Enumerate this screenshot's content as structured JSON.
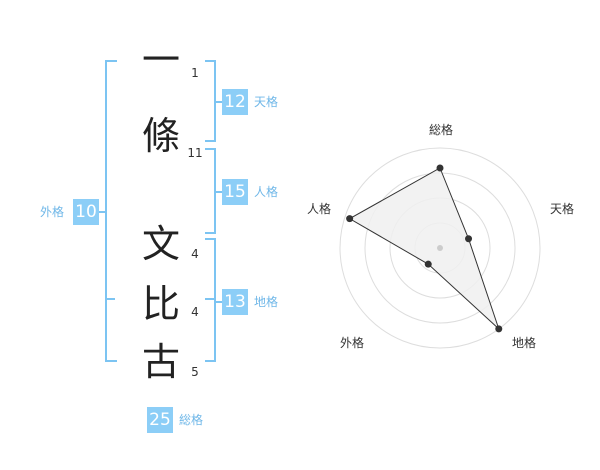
{
  "name": {
    "chars": [
      "一",
      "條",
      "文",
      "比",
      "古"
    ],
    "strokes": [
      "1",
      "11",
      "4",
      "4",
      "5"
    ]
  },
  "fortune": {
    "tenkaku": {
      "value": "12",
      "label": "天格"
    },
    "jinkaku": {
      "value": "15",
      "label": "人格"
    },
    "chikaku": {
      "value": "13",
      "label": "地格"
    },
    "gaikaku": {
      "value": "10",
      "label": "外格"
    },
    "soukaku": {
      "value": "25",
      "label": "総格"
    }
  },
  "chart_data": {
    "type": "radar",
    "axes": [
      "総格",
      "天格",
      "地格",
      "外格",
      "人格"
    ],
    "rings": 4,
    "max": 4,
    "values": [
      3.2,
      1.2,
      4.0,
      0.8,
      3.8
    ],
    "fill_color": "#f0f0f0",
    "line_color": "#333333"
  }
}
